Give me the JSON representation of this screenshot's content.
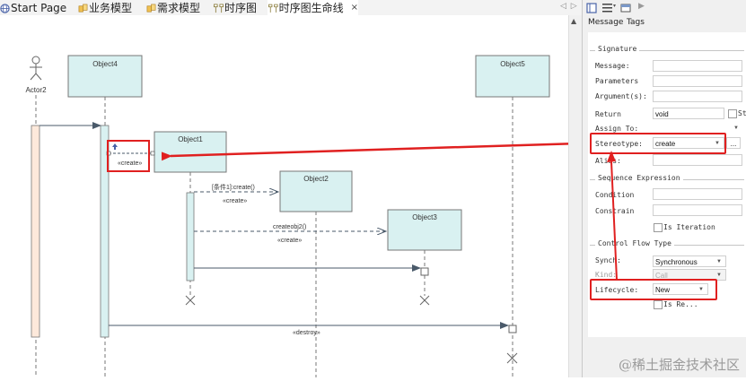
{
  "tabs": [
    {
      "label": "Start Page",
      "icon": "globe-icon"
    },
    {
      "label": "业务模型",
      "icon": "model-icon"
    },
    {
      "label": "需求模型",
      "icon": "model-icon"
    },
    {
      "label": "时序图",
      "icon": "sequence-diagram-icon"
    },
    {
      "label": "时序图生命线",
      "icon": "sequence-diagram-icon",
      "close": "×",
      "active": true
    }
  ],
  "diagram": {
    "actor": "Actor2",
    "lifelines": [
      "Object4",
      "Object1",
      "Object2",
      "Object3",
      "Object5"
    ],
    "messages": {
      "create1": "«create»",
      "m2_name": "[条件1]:create()",
      "m2_stereo": "«create»",
      "m3_name": "createobj2()",
      "m3_stereo": "«create»",
      "destroy": "«destroy»"
    },
    "colors": {
      "lifeline_fill": "#d9f1f1",
      "actor_activation": "#fde9db",
      "highlight": "#e02020"
    }
  },
  "panel": {
    "tabs": [
      "Message",
      "Tags"
    ],
    "signature_group": "Signature",
    "fields": {
      "message": {
        "label": "Message:",
        "value": ""
      },
      "parameters": {
        "label": "Parameters",
        "value": ""
      },
      "arguments": {
        "label": "Argument(s):",
        "value": ""
      },
      "return": {
        "label": "Return",
        "value": "void",
        "check_label": "St"
      },
      "assign_to": {
        "label": "Assign To:",
        "value": ""
      },
      "stereotype": {
        "label": "Stereotype:",
        "value": "create",
        "button": "..."
      },
      "alias": {
        "label": "Alias:",
        "value": ""
      }
    },
    "sequence_group": "Sequence Expression",
    "condition": {
      "label": "Condition",
      "value": ""
    },
    "constrain": {
      "label": "Constrain",
      "value": ""
    },
    "is_iteration": "Is Iteration",
    "control_flow_group": "Control Flow Type",
    "synch": {
      "label": "Synch:",
      "value": "Synchronous"
    },
    "kind": {
      "label": "Kind:",
      "value": "Call"
    },
    "lifecycle": {
      "label": "Lifecycle:",
      "value": "New"
    },
    "is_return": "Is Re..."
  },
  "watermark": "@稀土掘金技术社区"
}
